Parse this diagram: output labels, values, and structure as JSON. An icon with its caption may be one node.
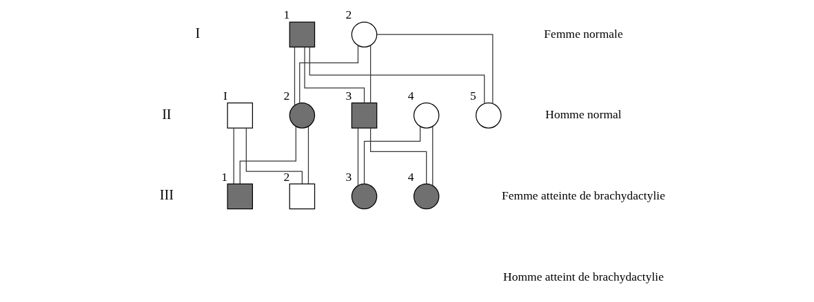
{
  "diagram": {
    "nodes": [
      {
        "text": [],
        "shape": "hatched-box",
        "beside": [
          "1"
        ]
      },
      {
        "text": [],
        "shape": "circle",
        "beside": [
          "2"
        ]
      },
      {
        "text": [],
        "shape": "box",
        "beside": [
          "I"
        ]
      },
      {
        "text": [],
        "shape": "hatched-circle",
        "beside": [
          "2"
        ]
      },
      {
        "text": [],
        "shape": "hatched-box",
        "beside": [
          "3"
        ]
      },
      {
        "text": [],
        "shape": "circle",
        "beside": [
          "4"
        ]
      },
      {
        "text": [],
        "shape": "circle",
        "beside": [
          "5"
        ]
      },
      {
        "text": [],
        "shape": "hatched-box",
        "beside": [
          "1"
        ]
      },
      {
        "text": [],
        "shape": "box",
        "beside": [
          "2"
        ]
      },
      {
        "text": [],
        "shape": "hatched-circle",
        "beside": [
          "3"
        ]
      },
      {
        "text": [],
        "shape": "hatched-circle",
        "beside": [
          "4"
        ]
      }
    ],
    "edges": [
      {
        "from": 0,
        "to": 3,
        "arrow": "none"
      },
      {
        "from": 0,
        "to": 4,
        "arrow": "none"
      },
      {
        "from": 0,
        "to": 6,
        "arrow": "none"
      },
      {
        "from": 1,
        "to": 3,
        "arrow": "none"
      },
      {
        "from": 1,
        "to": 4,
        "arrow": "none"
      },
      {
        "from": 1,
        "to": 6,
        "arrow": "none"
      },
      {
        "from": 2,
        "to": 7,
        "arrow": "none"
      },
      {
        "from": 2,
        "to": 8,
        "arrow": "none"
      },
      {
        "from": 3,
        "to": 7,
        "arrow": "none"
      },
      {
        "from": 3,
        "to": 8,
        "arrow": "none"
      },
      {
        "from": 4,
        "to": 9,
        "arrow": "none"
      },
      {
        "from": 4,
        "to": 10,
        "arrow": "none"
      },
      {
        "from": 5,
        "to": 9,
        "arrow": "none"
      },
      {
        "from": 5,
        "to": 10,
        "arrow": "none"
      }
    ],
    "labels": [
      "I",
      "II",
      "III"
    ],
    "legend": [
      {
        "text": "Femme normale"
      },
      {
        "text": "Homme normal"
      },
      {
        "text": "Femme atteinte de brachydactylie"
      },
      {
        "text": "Homme atteint de brachydactylie"
      }
    ]
  }
}
